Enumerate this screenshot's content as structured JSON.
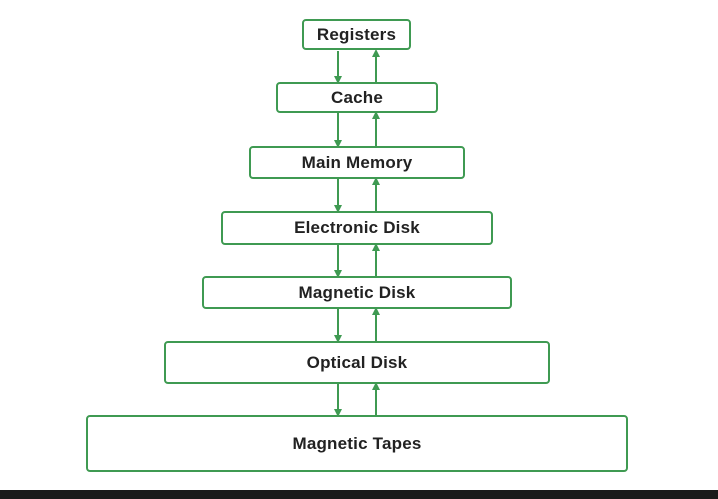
{
  "diagram": {
    "levels": [
      {
        "label": "Registers"
      },
      {
        "label": "Cache"
      },
      {
        "label": "Main Memory"
      },
      {
        "label": "Electronic Disk"
      },
      {
        "label": "Magnetic Disk"
      },
      {
        "label": "Optical Disk"
      },
      {
        "label": "Magnetic Tapes"
      }
    ],
    "colors": {
      "border": "#3f9a52",
      "arrow": "#3f9a52",
      "text": "#222222"
    }
  }
}
